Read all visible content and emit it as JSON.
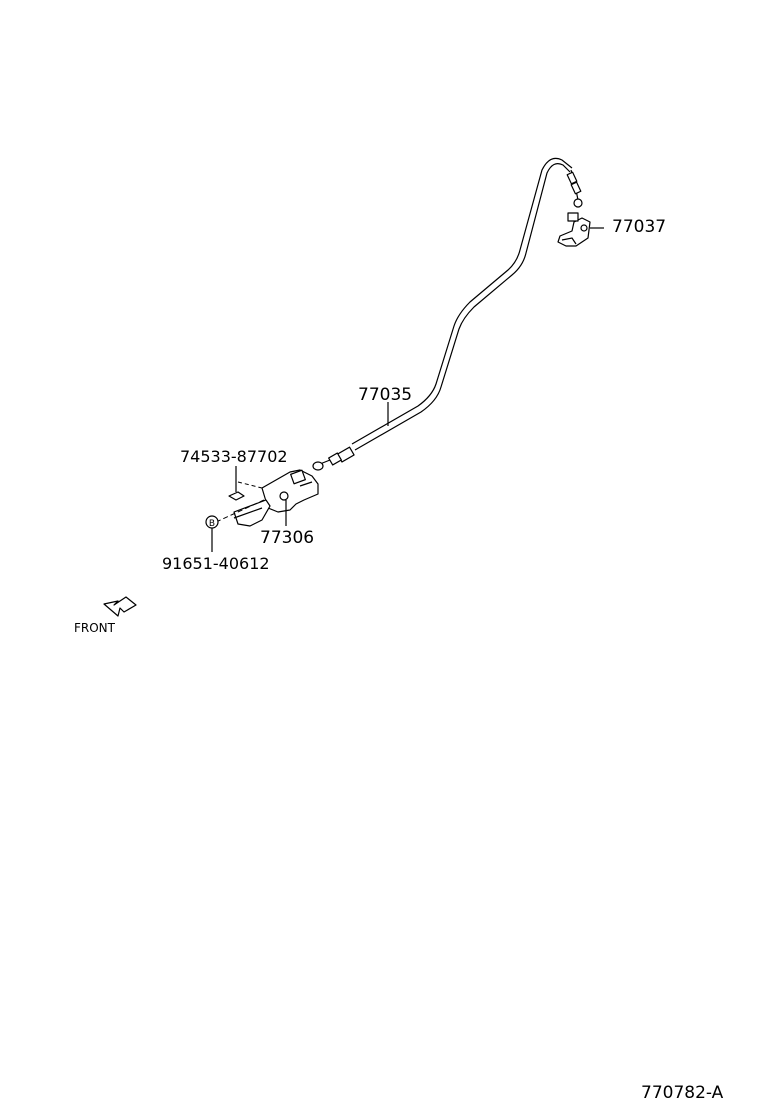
{
  "labels": {
    "cable_assembly": "77035",
    "lock_assembly": "77037",
    "lever_assembly": "77306",
    "clip": "74533-87702",
    "bolt": "91651-40612",
    "front": "FRONT",
    "bolt_mark": "B",
    "drawing_id": "770782-A"
  }
}
